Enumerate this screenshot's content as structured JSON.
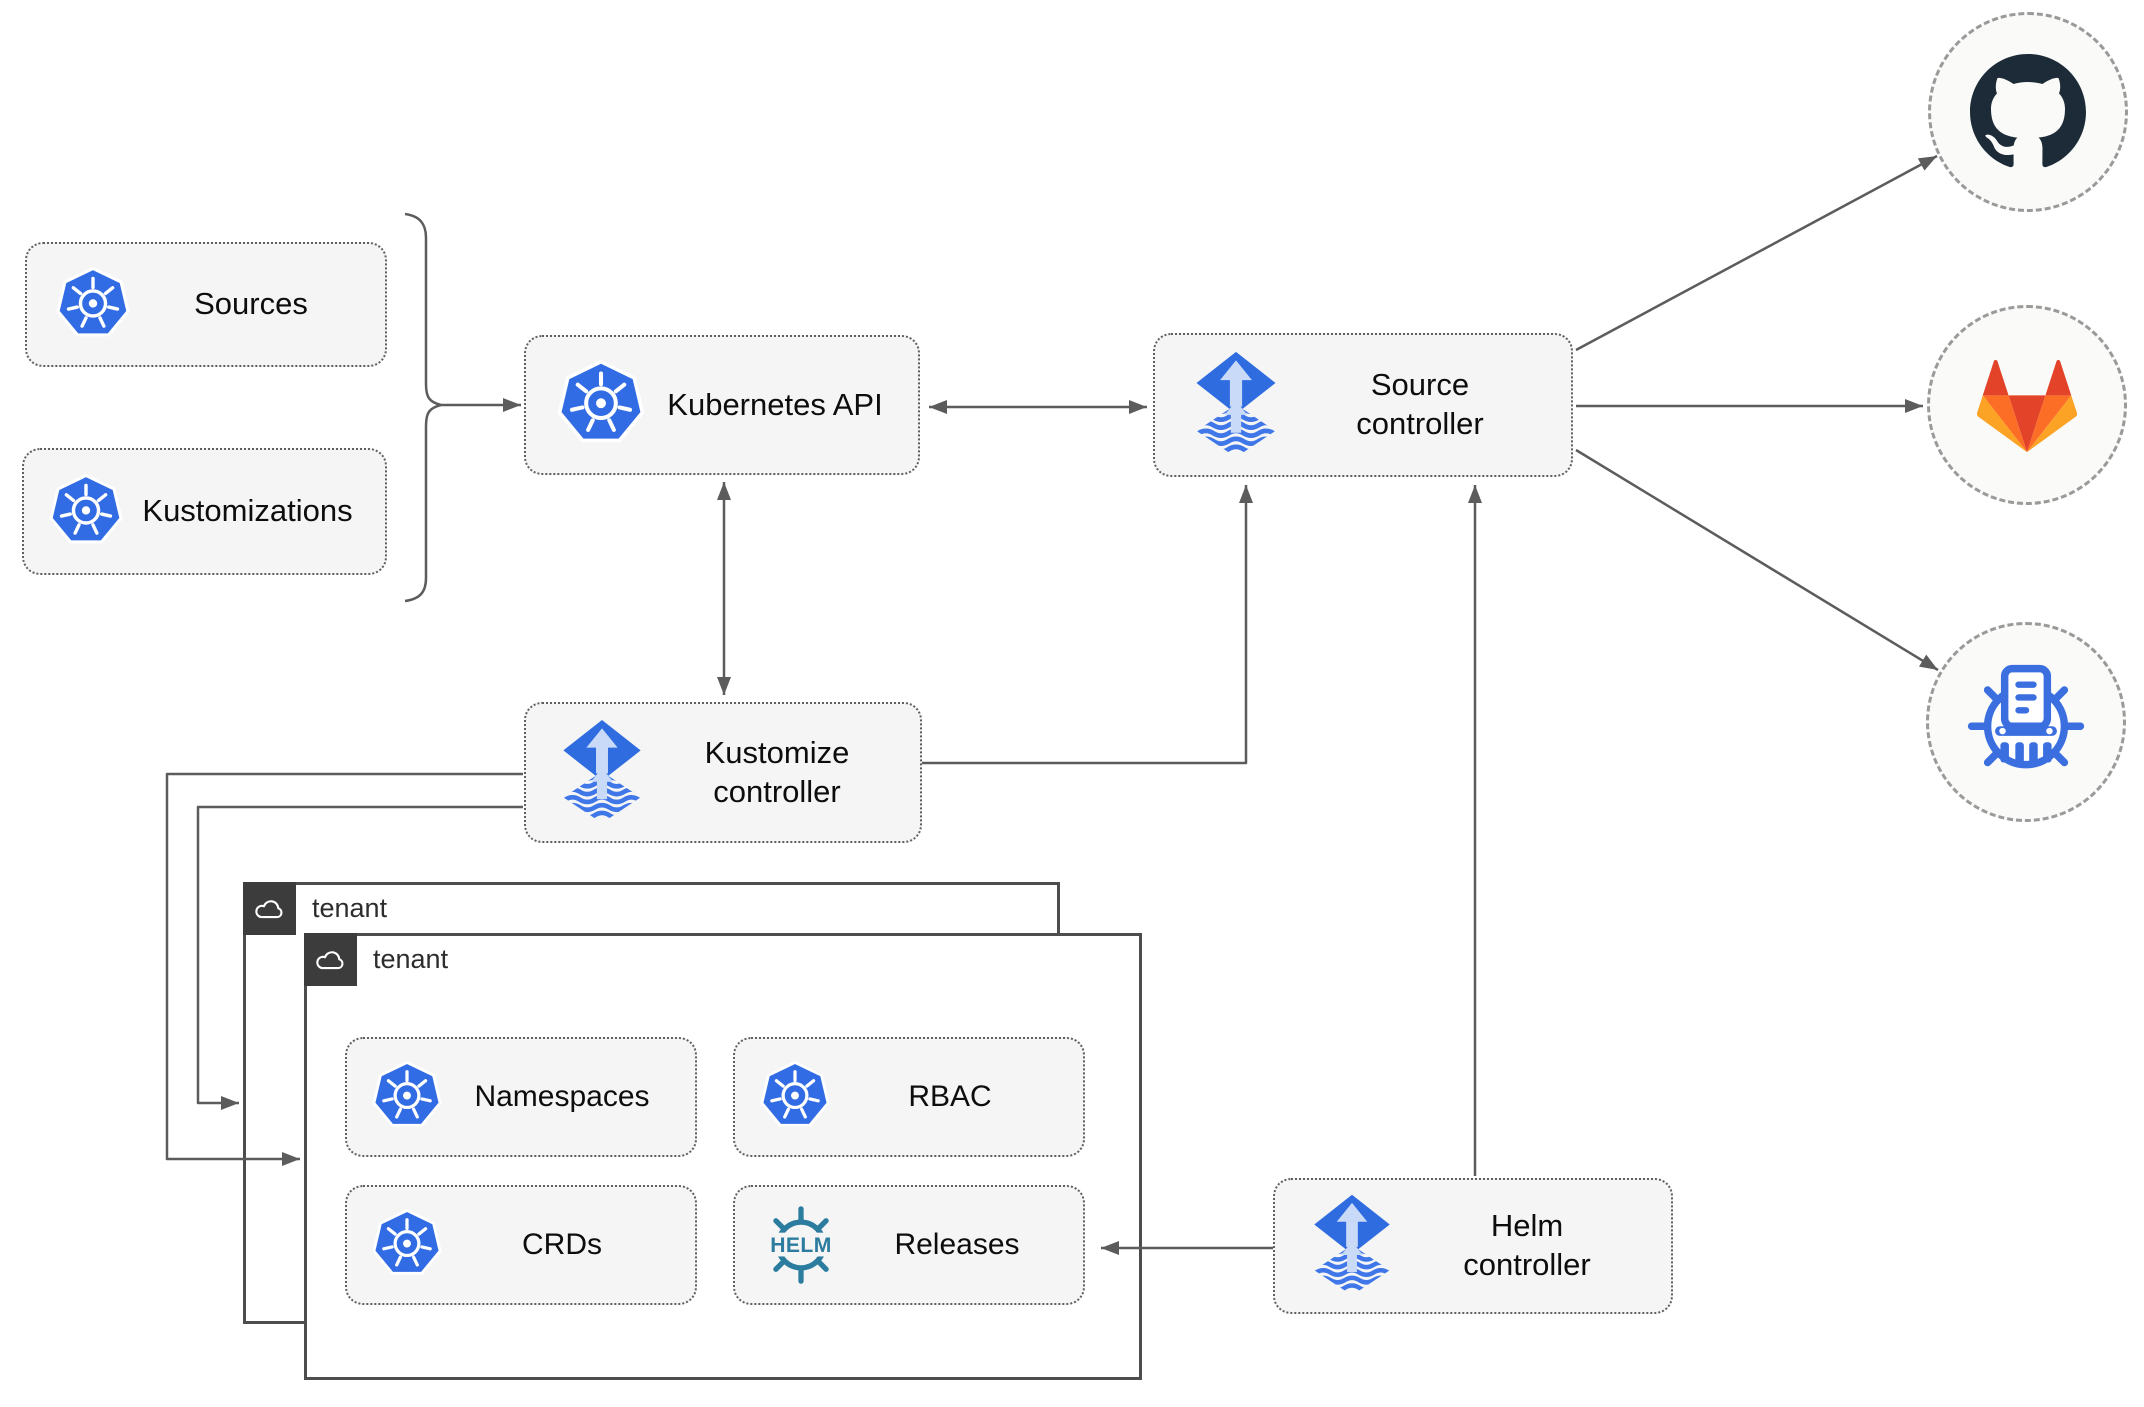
{
  "nodes": {
    "sources": {
      "label": "Sources"
    },
    "kustomizations": {
      "label": "Kustomizations"
    },
    "kubernetes_api": {
      "label": "Kubernetes API"
    },
    "source_controller": {
      "label": "Source controller"
    },
    "kustomize_controller": {
      "label": "Kustomize controller"
    },
    "helm_controller": {
      "label": "Helm controller"
    },
    "namespaces": {
      "label": "Namespaces"
    },
    "rbac": {
      "label": "RBAC"
    },
    "crds": {
      "label": "CRDs"
    },
    "releases": {
      "label": "Releases"
    }
  },
  "tenants": {
    "outer": {
      "label": "tenant"
    },
    "inner": {
      "label": "tenant"
    }
  },
  "external_systems": [
    {
      "name": "github"
    },
    {
      "name": "gitlab"
    },
    {
      "name": "chartmuseum"
    }
  ],
  "helm_icon_text": "HELM",
  "colors": {
    "kubernetes_blue": "#326ce5",
    "flux_blue": "#2e6ce0",
    "flux_arrow_light": "#c9daf8",
    "helm_teal": "#2b7c9e",
    "github_dark": "#1d2b38",
    "gitlab_red": "#e24329",
    "gitlab_orange": "#fc6d26",
    "gitlab_yellow": "#fca326",
    "chartmuseum_blue": "#3b6fe0",
    "node_fill": "#f5f5f5",
    "line_gray": "#5c5c5c",
    "tenant_tab": "#3c3c3c"
  }
}
